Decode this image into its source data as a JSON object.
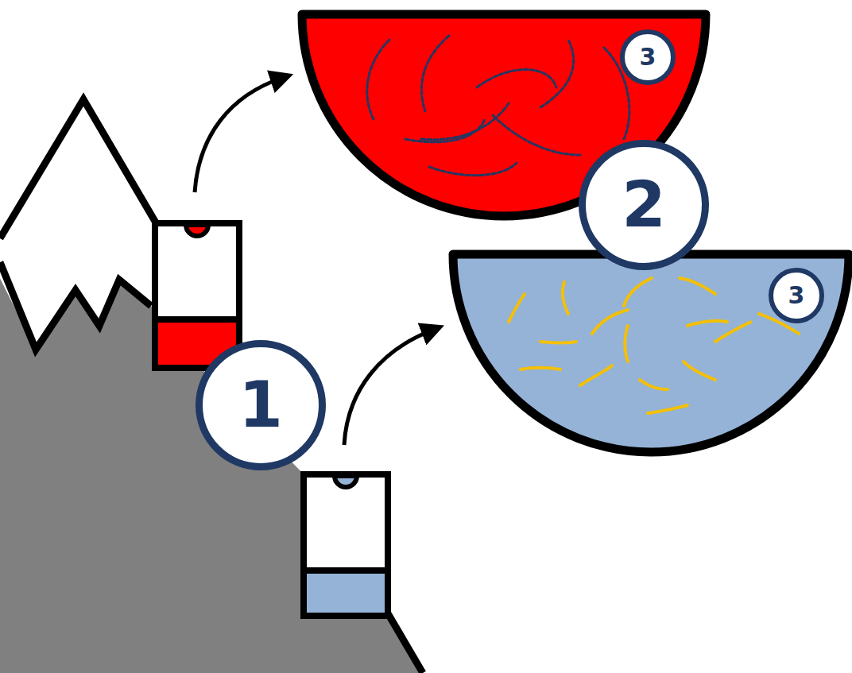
{
  "diagram": {
    "labels": [
      "3",
      "2",
      "3",
      "1"
    ]
  }
}
